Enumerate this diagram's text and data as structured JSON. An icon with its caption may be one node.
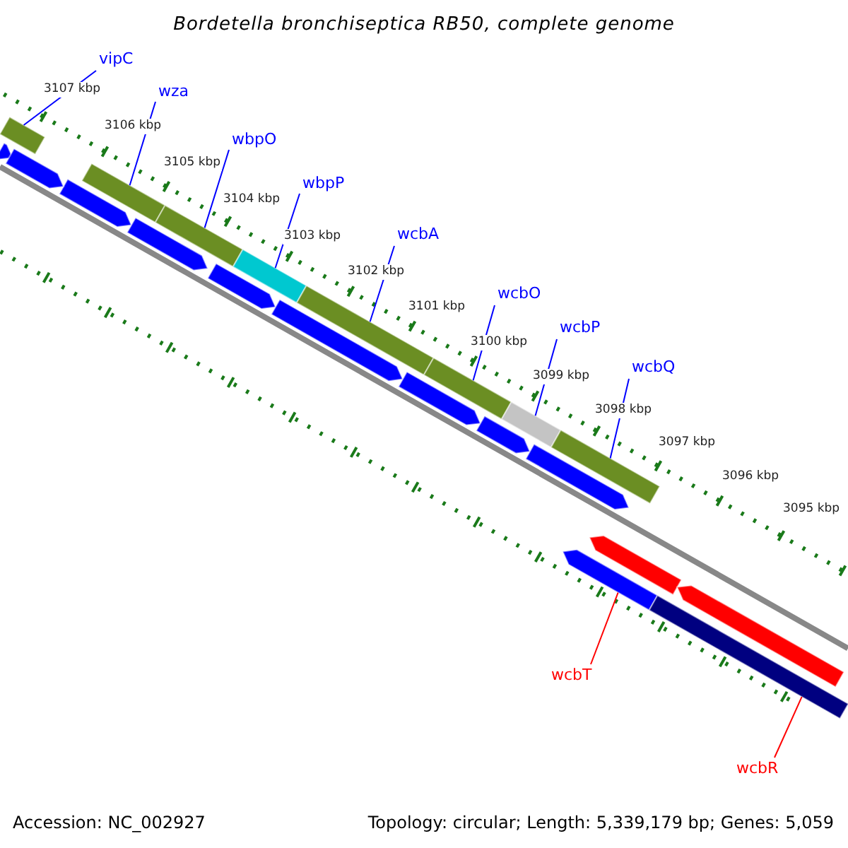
{
  "diagram": {
    "title": "Bordetella bronchiseptica RB50, complete genome",
    "nodes": [
      {
        "text": [
          "vipC"
        ]
      },
      {
        "text": [
          "wza"
        ]
      },
      {
        "text": [
          "wbpO"
        ]
      },
      {
        "text": [
          "wbpP"
        ]
      },
      {
        "text": [
          "wcbA"
        ]
      },
      {
        "text": [
          "wcbO"
        ]
      },
      {
        "text": [
          "wcbP"
        ]
      },
      {
        "text": [
          "wcbQ"
        ]
      },
      {
        "text": [],
        "shape": "bar"
      },
      {
        "text": [],
        "shape": "bar"
      },
      {
        "text": [],
        "shape": "bar"
      },
      {
        "text": [],
        "shape": "bar"
      },
      {
        "text": [],
        "shape": "bar"
      },
      {
        "text": [],
        "shape": "bar"
      },
      {
        "text": [],
        "shape": "bar"
      },
      {
        "text": [],
        "shape": "bar"
      },
      {
        "text": [
          "wcbT"
        ]
      },
      {
        "text": [
          "wcbR"
        ]
      },
      {
        "text": [],
        "shape": "arrow"
      },
      {
        "text": [],
        "shape": "bar"
      },
      {
        "text": [],
        "shape": "arrow"
      },
      {
        "text": [],
        "shape": "arrow"
      }
    ],
    "edges": [
      {
        "from": 0,
        "to": 8,
        "arrow": "none"
      },
      {
        "from": 1,
        "to": 9,
        "arrow": "none"
      },
      {
        "from": 2,
        "to": 10,
        "arrow": "none"
      },
      {
        "from": 3,
        "to": 11,
        "arrow": "none"
      },
      {
        "from": 4,
        "to": 12,
        "arrow": "none"
      },
      {
        "from": 5,
        "to": 13,
        "arrow": "none"
      },
      {
        "from": 6,
        "to": 14,
        "arrow": "none"
      },
      {
        "from": 7,
        "to": 15,
        "arrow": "none"
      },
      {
        "from": 16,
        "to": 18,
        "arrow": "none",
        "color": "#ff0000"
      },
      {
        "from": 17,
        "to": 19,
        "arrow": "none",
        "color": "#ff0000"
      }
    ],
    "labels": [
      "3107 kbp",
      "3106 kbp",
      "3105 kbp",
      "3104 kbp",
      "3103 kbp",
      "3102 kbp",
      "3101 kbp",
      "3100 kbp",
      "3099 kbp",
      "3098 kbp",
      "3097 kbp",
      "3096 kbp",
      "3095 kbp",
      "Accession: NC_002927",
      "Topology: circular; Length: 5,339,179 bp; Genes: 5,059"
    ]
  }
}
